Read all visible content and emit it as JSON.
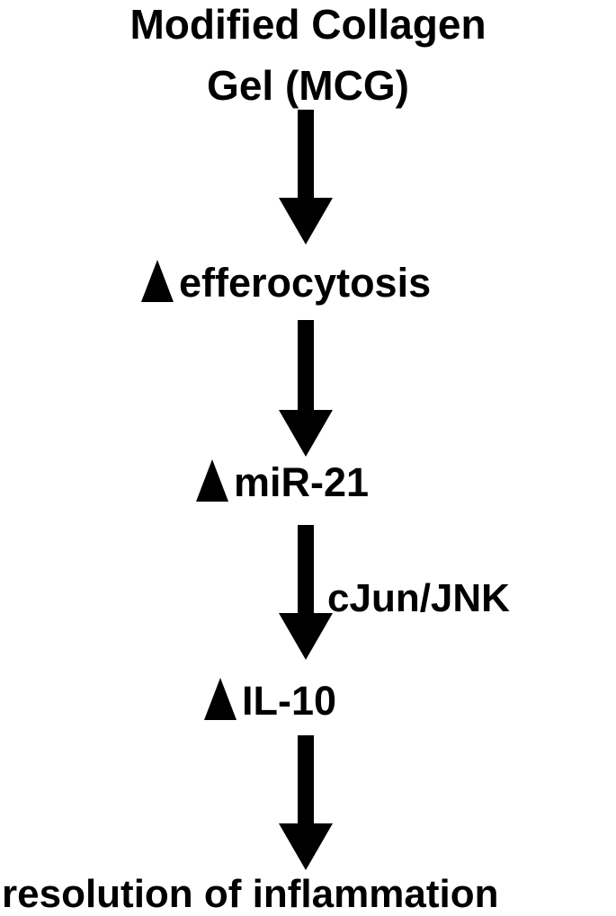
{
  "diagram": {
    "title_line1": "Modified Collagen",
    "title_line2": "Gel (MCG)",
    "steps": [
      {
        "label": "efferocytosis",
        "marker": "up-triangle-icon"
      },
      {
        "label": "miR-21",
        "marker": "up-triangle-icon"
      },
      {
        "label": "IL-10",
        "marker": "up-triangle-icon"
      }
    ],
    "edge_label": "cJun/JNK",
    "outcome": "resolution of inflammation"
  }
}
